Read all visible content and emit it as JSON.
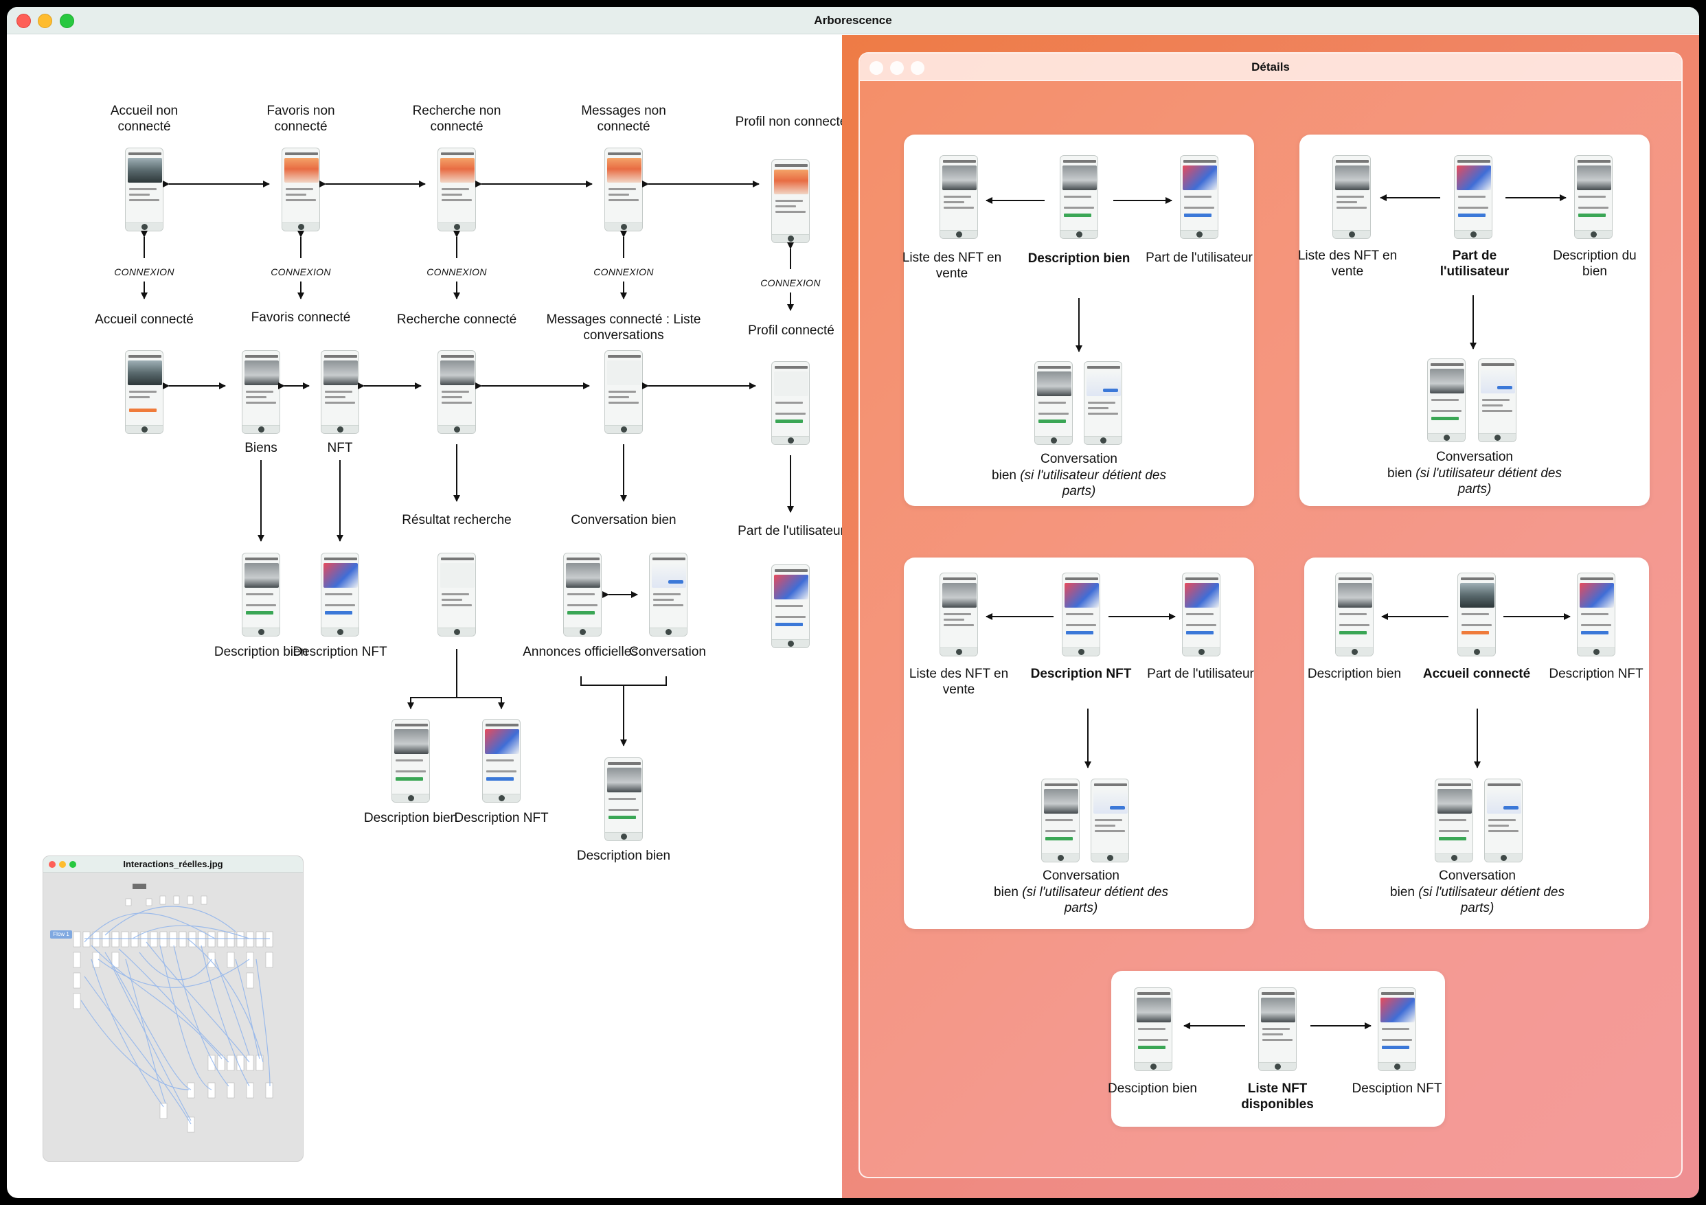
{
  "window": {
    "title": "Arborescence"
  },
  "details": {
    "title": "Détails"
  },
  "mini": {
    "title": "Interactions_réelles.jpg",
    "badge": "Flow 1"
  },
  "connexion_label": "CONNEXION",
  "left": {
    "top_row": [
      "Accueil non connecté",
      "Favoris non connecté",
      "Recherche non connecté",
      "Messages non connecté",
      "Profil non connecté"
    ],
    "mid_row": [
      "Accueil connecté",
      "Favoris connecté",
      "Recherche connecté",
      "Messages connecté : Liste conversations",
      "Profil connecté"
    ],
    "biens": "Biens",
    "nft": "NFT",
    "desc_bien": "Description bien",
    "desc_nft": "Description NFT",
    "resultat": "Résultat recherche",
    "conv_bien": "Conversation bien",
    "annonces": "Annonces officielles",
    "conversation": "Conversation",
    "part_user": "Part de l'utilisateur"
  },
  "cards": [
    {
      "left": "Liste des NFT en vente",
      "center": "Description bien",
      "right": "Part de l'utilisateur",
      "bottom": "Conversation",
      "bottom2": "bien",
      "bottom_italic": "(si l'utilisateur détient des parts)"
    },
    {
      "left": "Liste des NFT en vente",
      "center": "Part de l'utilisateur",
      "right": "Description du bien",
      "bottom": "Conversation",
      "bottom2": "bien",
      "bottom_italic": "(si l'utilisateur détient des parts)"
    },
    {
      "left": "Liste des NFT en vente",
      "center": "Description NFT",
      "right": "Part de l'utilisateur",
      "bottom": "Conversation",
      "bottom2": "bien",
      "bottom_italic": "(si l'utilisateur détient des parts)"
    },
    {
      "left": "Description bien",
      "center": "Accueil connecté",
      "right": "Description NFT",
      "bottom": "Conversation",
      "bottom2": "bien",
      "bottom_italic": "(si l'utilisateur détient des parts)"
    },
    {
      "left": "Desciption bien",
      "center": "Liste NFT disponibles",
      "right": "Desciption NFT"
    }
  ]
}
